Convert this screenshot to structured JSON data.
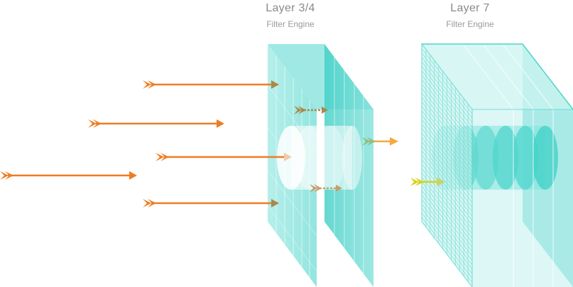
{
  "engines": [
    {
      "title": "Layer 3/4",
      "subtitle": "Filter Engine"
    },
    {
      "title": "Layer 7",
      "subtitle": "Filter Engine"
    }
  ],
  "colors": {
    "traffic_arrow": "#f07c22",
    "passed_arrow": "#f6a93b",
    "inspected_arrow": "#d9d21c",
    "blocked_arrow": "#a9884a",
    "panel_face": "#7fe0da",
    "panel_edge": "#4fd3c9",
    "panel_grid": "#ffffff"
  },
  "icons": {
    "traffic": "arrow-right-icon",
    "blocked": "dashed-arrow-icon"
  }
}
